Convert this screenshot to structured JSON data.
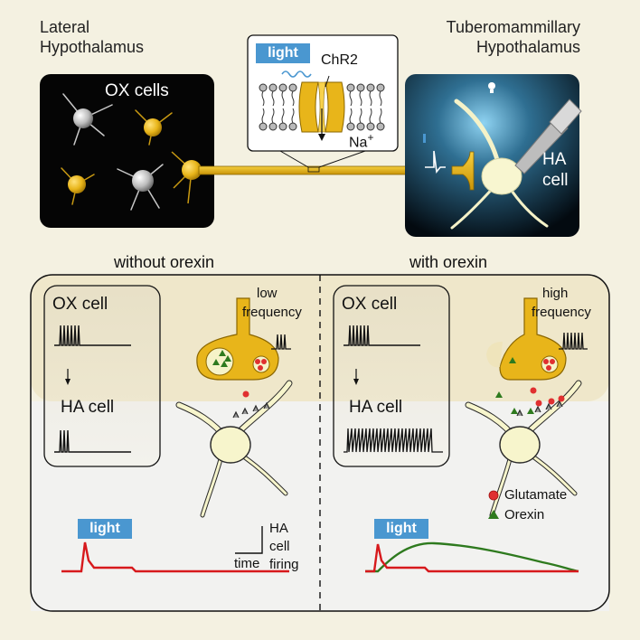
{
  "top": {
    "left_region": [
      "Lateral",
      "Hypothalamus"
    ],
    "right_region": [
      "Tuberomammillary",
      "Hypothalamus"
    ],
    "ox_cells_label": "OX cells",
    "ha_cell_label": [
      "HA",
      "cell"
    ],
    "inset": {
      "light_label": "light",
      "channel_label": "ChR2",
      "ion_label": "Na",
      "ion_charge": "+"
    }
  },
  "panels": {
    "without": {
      "title": "without orexin",
      "ox_cell": "OX cell",
      "ha_cell": "HA cell",
      "frequency": [
        "low",
        "frequency"
      ],
      "light_label": "light"
    },
    "with": {
      "title": "with orexin",
      "ox_cell": "OX cell",
      "ha_cell": "HA cell",
      "frequency": [
        "high",
        "frequency"
      ],
      "light_label": "light"
    }
  },
  "legend": {
    "glutamate": "Glutamate",
    "orexin": "Orexin"
  },
  "scale_bar": {
    "y_label": [
      "HA",
      "cell",
      "firing"
    ],
    "x_label": "time"
  },
  "colors": {
    "background": "#f4f1e1",
    "light_blue": "#4a97d0",
    "neuron_yellow": "#e8b51a",
    "red_trace": "#d7191c",
    "green_trace": "#2e7a1e",
    "glutamate_red": "#e03030",
    "orexin_green": "#2e7a1e"
  }
}
